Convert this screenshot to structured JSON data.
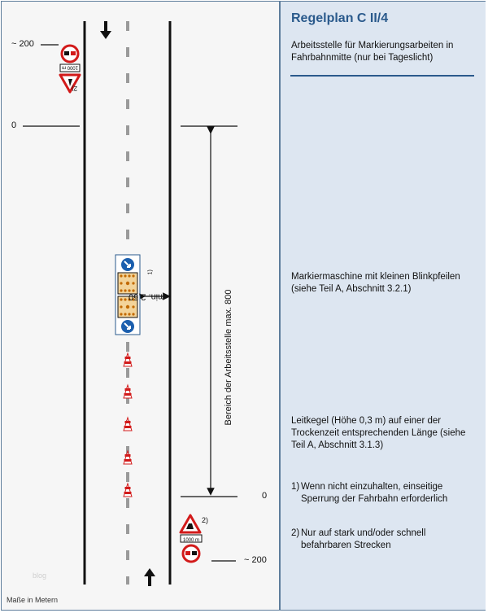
{
  "title": "Regelplan C II/4",
  "subtitle": "Arbeitsstelle für Markierungsarbeiten in Fahrbahnmitte (nur bei Tageslicht)",
  "descriptions": {
    "marking_machine": "Markiermaschine mit kleinen Blinkpfeilen (siehe Teil A, Abschnitt 3.2.1)",
    "cones": "Leitkegel (Höhe 0,3 m) auf einer der Trockenzeit entsprechenden Länge (siehe Teil A, Abschnitt 3.1.3)"
  },
  "notes": [
    {
      "num": "1)",
      "text": "Wenn nicht einzuhalten, einseitige Sperrung der Fahrbahn erforderlich"
    },
    {
      "num": "2)",
      "text": "Nur auf stark und/oder schnell befahrbaren Strecken"
    }
  ],
  "labels": {
    "top_distance": "~ 200",
    "top_zero": "0",
    "bottom_zero": "0",
    "bottom_distance": "~ 200",
    "range": "Bereich der Arbeitsstelle max. 800",
    "min_width": "min. 2,50",
    "min_width_sup": "1)",
    "sign_footnote": "2)",
    "top_sign_footnote": "2)",
    "distance_plate": "1000 m",
    "top_plate": "1000 m",
    "units": "Maße in Metern",
    "watermark": "blog"
  },
  "colors": {
    "accent": "#2a5a8c",
    "sign_red": "#d21a1a",
    "arrow_blue": "#1b5fae",
    "panel_bg": "#dde6f1"
  },
  "icons": {
    "no_overtaking": "no-overtaking-sign",
    "road_works": "road-works-sign",
    "cone": "traffic-cone",
    "keep_right": "keep-right-arrow-sign"
  }
}
